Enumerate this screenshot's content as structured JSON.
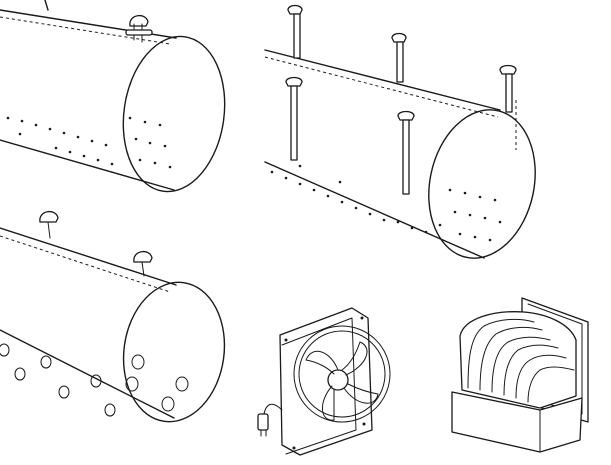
{
  "illustration": {
    "items": [
      "perforated-duct-with-hangers",
      "perforated-duct-with-strap-hangers",
      "duct-with-large-round-outlets",
      "axial-wall-fan-with-power-cord",
      "duct-inlet-hood"
    ],
    "line_color": "#1a1a1a",
    "background": "#ffffff"
  }
}
